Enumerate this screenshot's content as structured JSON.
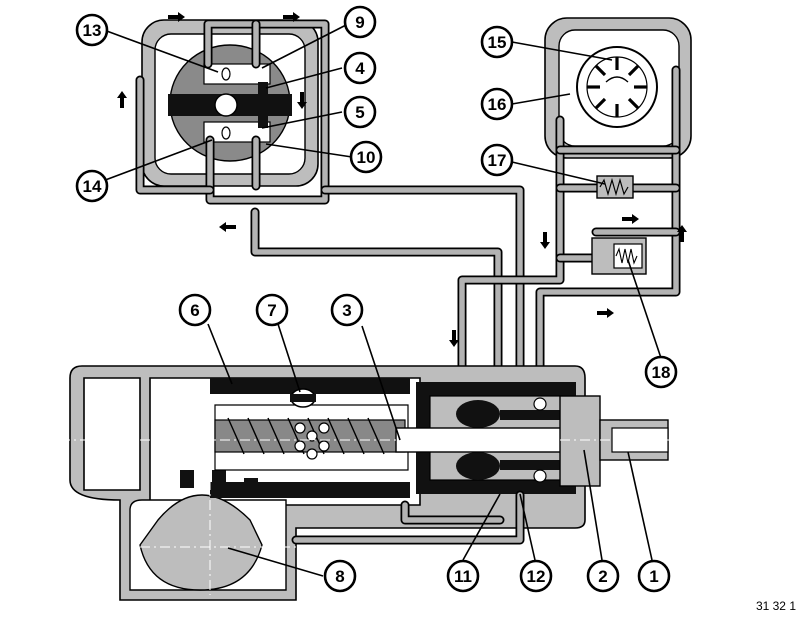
{
  "callouts": [
    {
      "id": "13",
      "label": "13"
    },
    {
      "id": "9",
      "label": "9"
    },
    {
      "id": "4",
      "label": "4"
    },
    {
      "id": "5",
      "label": "5"
    },
    {
      "id": "10",
      "label": "10"
    },
    {
      "id": "14",
      "label": "14"
    },
    {
      "id": "15",
      "label": "15"
    },
    {
      "id": "16",
      "label": "16"
    },
    {
      "id": "17",
      "label": "17"
    },
    {
      "id": "18",
      "label": "18"
    },
    {
      "id": "6",
      "label": "6"
    },
    {
      "id": "7",
      "label": "7"
    },
    {
      "id": "3",
      "label": "3"
    },
    {
      "id": "8",
      "label": "8"
    },
    {
      "id": "11",
      "label": "11"
    },
    {
      "id": "12",
      "label": "12"
    },
    {
      "id": "2",
      "label": "2"
    },
    {
      "id": "1",
      "label": "1"
    }
  ],
  "reference_code": "31 32 1",
  "colors": {
    "casing": "#bdbdbd",
    "line": "#000000",
    "background": "#ffffff"
  }
}
